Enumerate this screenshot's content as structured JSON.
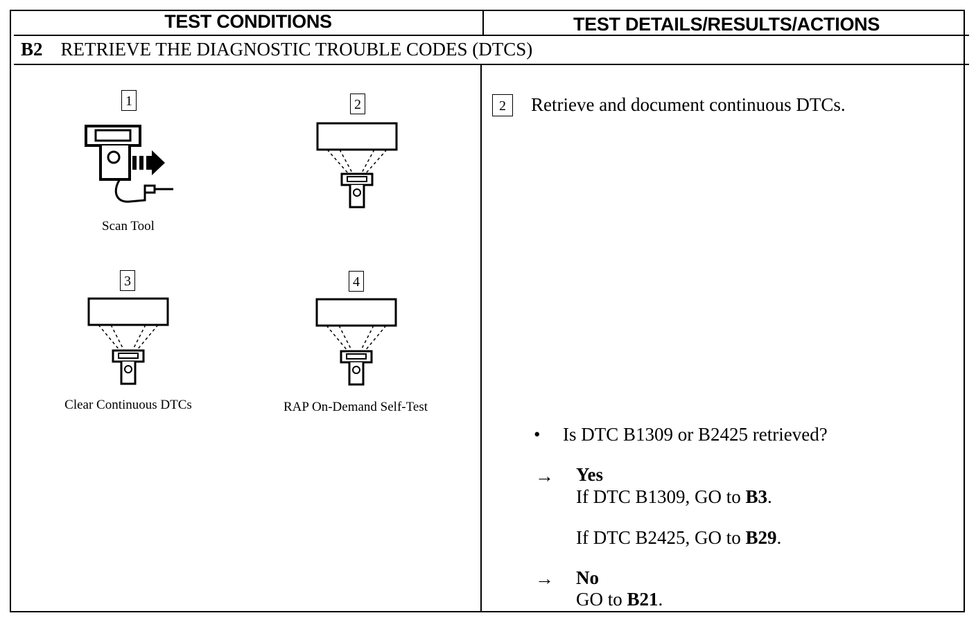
{
  "header": {
    "left_title": "TEST CONDITIONS",
    "right_title": "TEST DETAILS/RESULTS/ACTIONS"
  },
  "section": {
    "code": "B2",
    "title": "RETRIEVE THE DIAGNOSTIC TROUBLE CODES (DTCS)"
  },
  "steps": [
    {
      "number": "1",
      "caption": "Scan Tool"
    },
    {
      "number": "2",
      "caption": ""
    },
    {
      "number": "3",
      "caption": "Clear Continuous DTCs"
    },
    {
      "number": "4",
      "caption": "RAP On-Demand Self-Test"
    }
  ],
  "details": {
    "step_number": "2",
    "instruction": "Retrieve and document continuous DTCs.",
    "bullet": "•",
    "question": "Is DTC B1309 or B2425 retrieved?",
    "arrow": "→",
    "yes": {
      "label": "Yes",
      "line1_prefix": "If DTC B1309, GO to ",
      "line1_target": "B3",
      "line1_suffix": ".",
      "line2_prefix": "If DTC B2425, GO to ",
      "line2_target": "B29",
      "line2_suffix": "."
    },
    "no": {
      "label": "No",
      "prefix": "GO to ",
      "target": "B21",
      "suffix": "."
    }
  }
}
